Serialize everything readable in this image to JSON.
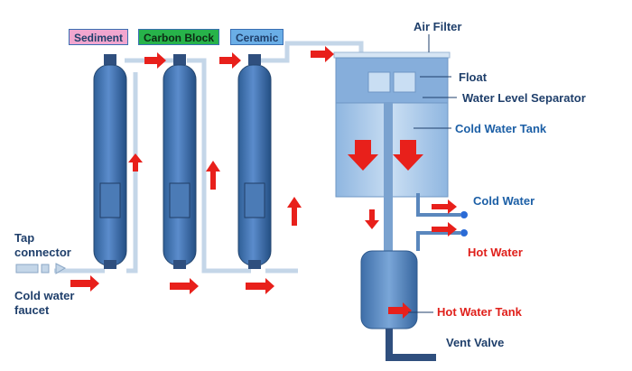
{
  "stages": [
    {
      "label": "Sediment",
      "color": "#f1a6cf"
    },
    {
      "label": "Carbon Block",
      "color": "#27b34a"
    },
    {
      "label": "Ceramic",
      "color": "#6aaee6"
    }
  ],
  "labels": {
    "air_filter": "Air Filter",
    "float": "Float",
    "water_level_separator": "Water Level Separator",
    "cold_water_tank": "Cold Water Tank",
    "cold_water": "Cold Water",
    "hot_water": "Hot Water",
    "hot_water_tank": "Hot Water Tank",
    "vent_valve": "Vent Valve",
    "tap_connector": "Tap connector",
    "cold_water_faucet": "Cold water faucet"
  },
  "colors": {
    "dark_label": "#1f3f6b",
    "blue_label": "#1c5fa6",
    "red_label": "#e0201b",
    "filter": "#3f6fa8",
    "pipe": "#c4d6e8",
    "arrow": "#e8201b",
    "tank": "#a9c9ea"
  }
}
